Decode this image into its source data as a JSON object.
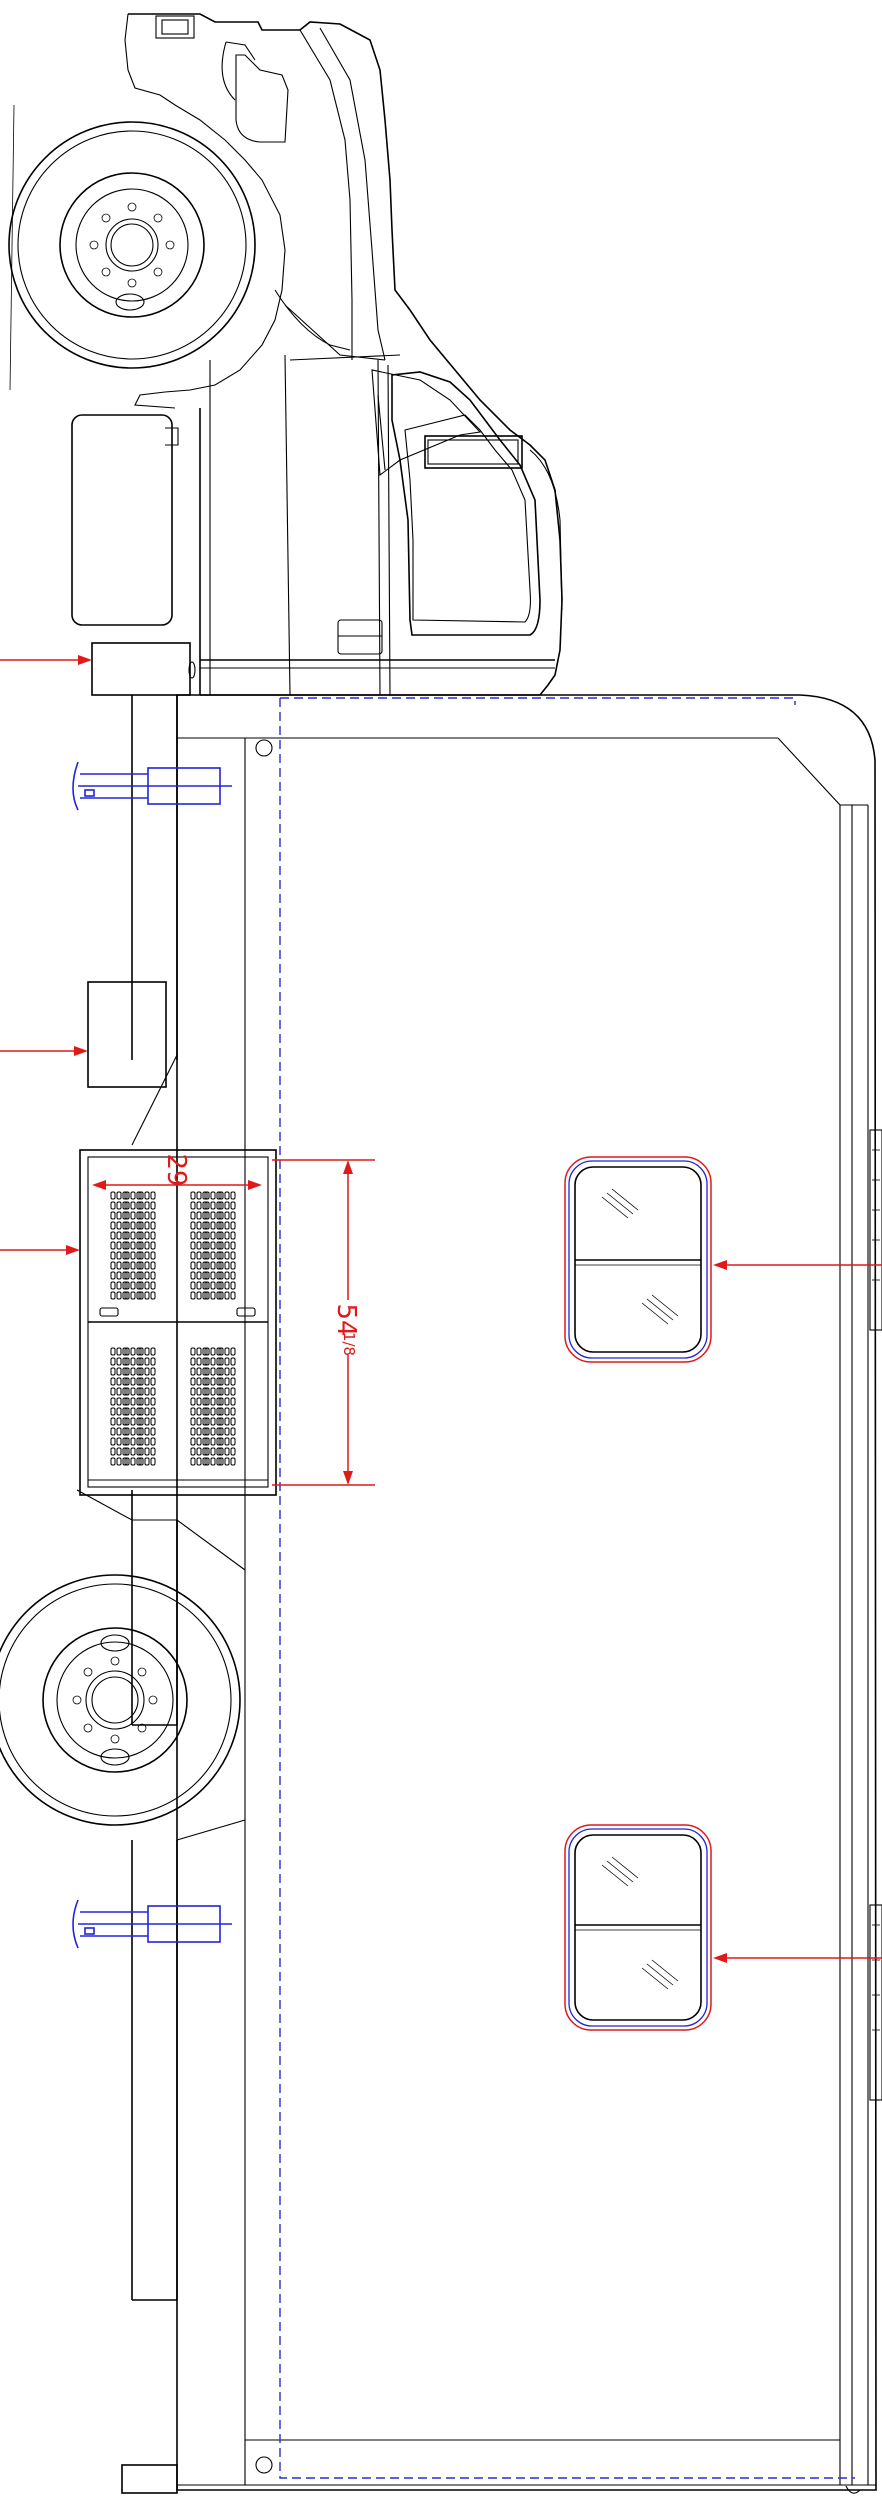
{
  "drawing": {
    "dimensions": {
      "width_label": "29",
      "height_label_main": "54",
      "height_label_fraction": "1/8"
    },
    "colors": {
      "outline": "#000000",
      "dimension_red": "#e01919",
      "detail_blue": "#2323d8"
    }
  }
}
